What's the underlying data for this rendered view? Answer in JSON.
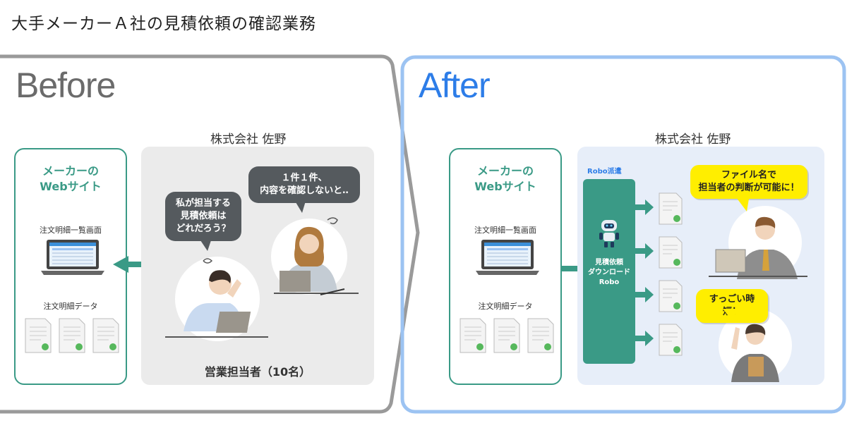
{
  "title": "大手メーカーＡ社の見積依頼の確認業務",
  "before": {
    "label": "Before",
    "company": "株式会社 佐野",
    "maker": {
      "title_line1": "メーカーの",
      "title_line2": "Webサイト",
      "screen_label": "注文明細一覧画面",
      "data_label": "注文明細データ"
    },
    "bubble_man": [
      "私が担当する",
      "見積依頼は",
      "どれだろう？"
    ],
    "bubble_woman": [
      "１件１件、",
      "内容を確認しないと‥"
    ],
    "sales_label": "営業担当者（10名）"
  },
  "after": {
    "label": "After",
    "company": "株式会社 佐野",
    "maker": {
      "title_line1": "メーカーの",
      "title_line2": "Webサイト",
      "screen_label": "注文明細一覧画面",
      "data_label": "注文明細データ"
    },
    "robo_tag": "Robo派遣",
    "robo_text": [
      "見積依頼",
      "ダウンロード",
      "Robo"
    ],
    "bubble_man": [
      "ファイル名で",
      "担当者の判断が可能に！"
    ],
    "bubble_woman": [
      "すっごい時短！"
    ]
  },
  "colors": {
    "teal": "#3a9a86",
    "blue": "#2d7de8",
    "gray_border": "#9a9a9a",
    "blue_border": "#9cc3f2",
    "yellow": "#ffee00"
  }
}
